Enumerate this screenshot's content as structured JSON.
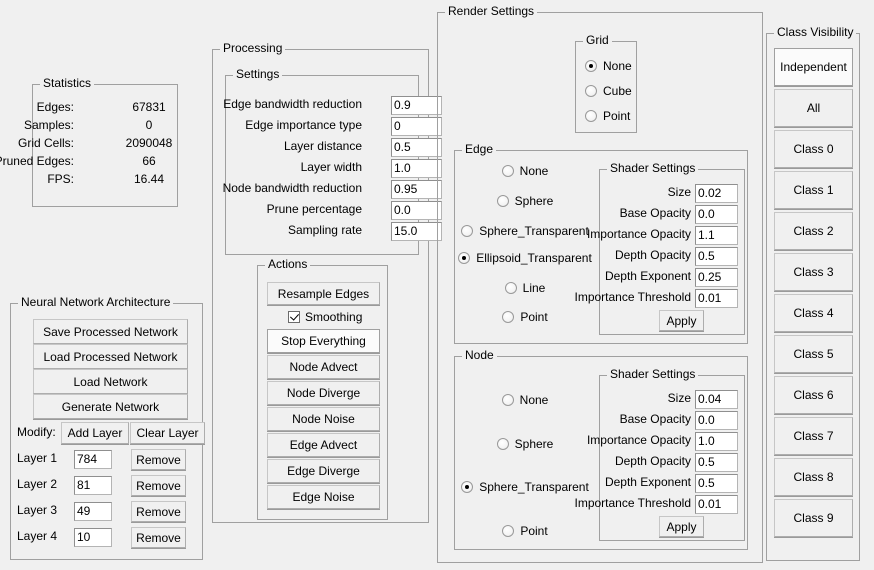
{
  "statistics": {
    "title": "Statistics",
    "rows": [
      {
        "label": "Edges:",
        "value": "67831"
      },
      {
        "label": "Samples:",
        "value": "0"
      },
      {
        "label": "Grid Cells:",
        "value": "2090048"
      },
      {
        "label": "Pruned Edges:",
        "value": "66"
      },
      {
        "label": "FPS:",
        "value": "16.44"
      }
    ]
  },
  "network": {
    "title": "Neural Network Architecture",
    "buttons": [
      "Save Processed Network",
      "Load Processed Network",
      "Load Network",
      "Generate Network"
    ],
    "modify_label": "Modify:",
    "add_layer": "Add Layer",
    "clear_layer": "Clear Layer",
    "remove_label": "Remove",
    "layers": [
      {
        "label": "Layer 1",
        "value": "784"
      },
      {
        "label": "Layer 2",
        "value": "81"
      },
      {
        "label": "Layer 3",
        "value": "49"
      },
      {
        "label": "Layer 4",
        "value": "10"
      }
    ]
  },
  "processing": {
    "title": "Processing",
    "settings": {
      "title": "Settings",
      "fields": [
        {
          "label": "Edge bandwidth reduction",
          "value": "0.9"
        },
        {
          "label": "Edge importance type",
          "value": "0"
        },
        {
          "label": "Layer distance",
          "value": "0.5"
        },
        {
          "label": "Layer width",
          "value": "1.0"
        },
        {
          "label": "Node bandwidth reduction",
          "value": "0.95"
        },
        {
          "label": "Prune percentage",
          "value": "0.0"
        },
        {
          "label": "Sampling rate",
          "value": "15.0"
        }
      ]
    },
    "actions": {
      "title": "Actions",
      "resample_edges": "Resample Edges",
      "smoothing_label": "Smoothing",
      "smoothing_checked": true,
      "buttons": [
        {
          "label": "Stop Everything",
          "hover": true
        },
        {
          "label": "Node Advect",
          "hover": false
        },
        {
          "label": "Node Diverge",
          "hover": false
        },
        {
          "label": "Node Noise",
          "hover": false
        },
        {
          "label": "Edge Advect",
          "hover": false
        },
        {
          "label": "Edge Diverge",
          "hover": false
        },
        {
          "label": "Edge Noise",
          "hover": false
        }
      ]
    }
  },
  "render_settings": {
    "title": "Render Settings",
    "grid": {
      "title": "Grid",
      "options": [
        "None",
        "Cube",
        "Point"
      ],
      "selected": "None"
    },
    "edge": {
      "title": "Edge",
      "options": [
        "None",
        "Sphere",
        "Sphere_Transparent",
        "Ellipsoid_Transparent",
        "Line",
        "Point"
      ],
      "selected": "Ellipsoid_Transparent",
      "shader": {
        "title": "Shader Settings",
        "fields": [
          {
            "label": "Size",
            "value": "0.02"
          },
          {
            "label": "Base Opacity",
            "value": "0.0"
          },
          {
            "label": "Importance Opacity",
            "value": "1.1"
          },
          {
            "label": "Depth Opacity",
            "value": "0.5"
          },
          {
            "label": "Depth Exponent",
            "value": "0.25"
          },
          {
            "label": "Importance Threshold",
            "value": "0.01"
          }
        ],
        "apply_label": "Apply"
      }
    },
    "node": {
      "title": "Node",
      "options": [
        "None",
        "Sphere",
        "Sphere_Transparent",
        "Point"
      ],
      "selected": "Sphere_Transparent",
      "shader": {
        "title": "Shader Settings",
        "fields": [
          {
            "label": "Size",
            "value": "0.04"
          },
          {
            "label": "Base Opacity",
            "value": "0.0"
          },
          {
            "label": "Importance Opacity",
            "value": "1.0"
          },
          {
            "label": "Depth Opacity",
            "value": "0.5"
          },
          {
            "label": "Depth Exponent",
            "value": "0.5"
          },
          {
            "label": "Importance Threshold",
            "value": "0.01"
          }
        ],
        "apply_label": "Apply"
      }
    }
  },
  "class_visibility": {
    "title": "Class Visibility",
    "buttons": [
      {
        "label": "Independent",
        "hover": true
      },
      {
        "label": "All",
        "hover": false
      },
      {
        "label": "Class 0",
        "hover": false
      },
      {
        "label": "Class 1",
        "hover": false
      },
      {
        "label": "Class 2",
        "hover": false
      },
      {
        "label": "Class 3",
        "hover": false
      },
      {
        "label": "Class 4",
        "hover": false
      },
      {
        "label": "Class 5",
        "hover": false
      },
      {
        "label": "Class 6",
        "hover": false
      },
      {
        "label": "Class 7",
        "hover": false
      },
      {
        "label": "Class 8",
        "hover": false
      },
      {
        "label": "Class 9",
        "hover": false
      }
    ]
  },
  "colors": {
    "background": "#f0f0f0",
    "border": "#a0a0a0",
    "field_bg": "#ffffff",
    "button_bg": "#f0f0f0",
    "button_hover_bg": "#fbfbfb"
  }
}
